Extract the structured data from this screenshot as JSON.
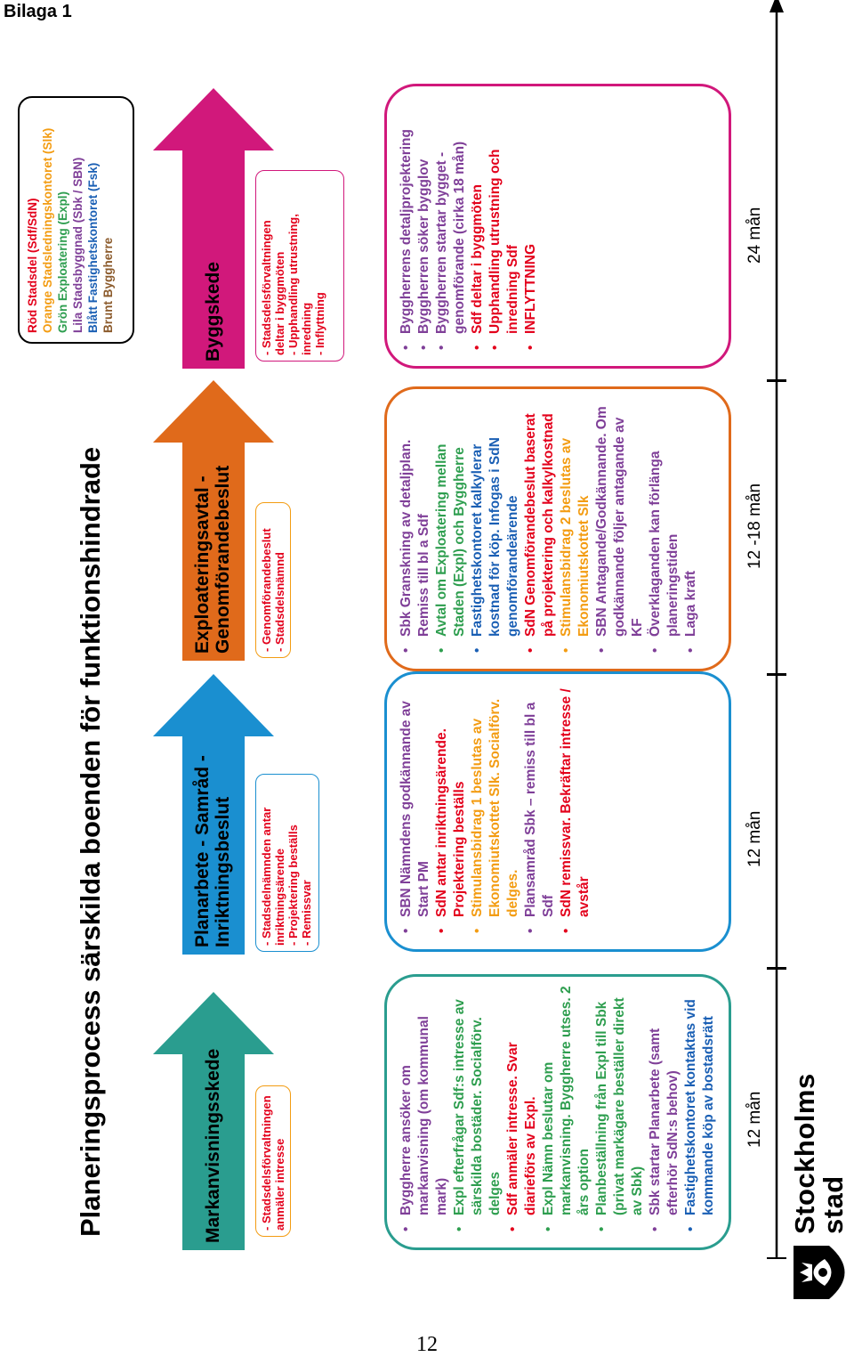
{
  "header": "Bilaga 1",
  "page_number": "12",
  "title": "Planeringsprocess särskilda boenden för funktionshindrade",
  "arrows": [
    {
      "label": [
        "Markanvisningsskede"
      ],
      "color": "#2a9d8f"
    },
    {
      "label": [
        "Planarbete - Samråd -",
        "Inriktningsbeslut"
      ],
      "color": "#1a8fd0"
    },
    {
      "label": [
        "Exploateringsavtal -",
        "Genomförandebeslut"
      ],
      "color": "#e06a1b"
    },
    {
      "label": [
        "Byggskede"
      ],
      "color": "#d1187b"
    }
  ],
  "notes": [
    {
      "color": "#f39c12",
      "lines": [
        {
          "t": "- Stadsdelsförvaltningen",
          "c": "#e3001b"
        },
        {
          "t": "anmäler intresse",
          "c": "#e3001b"
        }
      ]
    },
    {
      "color": "#1a8fd0",
      "lines": [
        {
          "t": "- Stadsdelnämnden antar",
          "c": "#e3001b"
        },
        {
          "t": "inriktningsärende",
          "c": "#e3001b"
        },
        {
          "t": "- Projektering beställs",
          "c": "#e3001b"
        },
        {
          "t": "- Remissvar",
          "c": "#e3001b"
        }
      ]
    },
    {
      "color": "#f39c12",
      "lines": [
        {
          "t": "- Genomförandebeslut",
          "c": "#e3001b"
        },
        {
          "t": "- Stadsdelsnämnd",
          "c": "#e3001b"
        }
      ]
    },
    {
      "color": "#d1187b",
      "lines": [
        {
          "t": "- Stadsdelsförvaltningen",
          "c": "#e3001b"
        },
        {
          "t": "deltar i byggmöten",
          "c": "#e3001b"
        },
        {
          "t": "- Upphandling utrustning,",
          "c": "#e3001b"
        },
        {
          "t": "inredning",
          "c": "#e3001b"
        },
        {
          "t": "- Inflyttning",
          "c": "#e3001b"
        }
      ]
    }
  ],
  "phases": [
    {
      "color": "#2a9d8f",
      "items": [
        {
          "c": "#7f3f98",
          "t": "Byggherre ansöker om markanvisning (om kommunal mark)"
        },
        {
          "c": "#2e9e4f",
          "t": "Expl efterfrågar Sdf:s intresse av särskilda bostäder. Socialförv. delges"
        },
        {
          "c": "#e3001b",
          "t": "Sdf anmäler intresse. Svar diarieförs av Expl."
        },
        {
          "c": "#2e9e4f",
          "t": "Expl Nämn beslutar om markanvisning. Byggherre utses. 2 års option"
        },
        {
          "c": "#2e9e4f",
          "t": "Planbeställning från Expl till Sbk (privat markägare beställer direkt av Sbk)"
        },
        {
          "c": "#7f3f98",
          "t": "Sbk startar Planarbete (samt efterhör SdN:s behov)"
        },
        {
          "c": "#1a5fb4",
          "t": "Fastighetskontoret kontaktas vid kommande köp av bostadsrätt"
        }
      ]
    },
    {
      "color": "#1a8fd0",
      "items": [
        {
          "c": "#7f3f98",
          "t": "SBN Nämndens godkännande av Start PM"
        },
        {
          "c": "#e3001b",
          "t": "SdN antar inriktningsärende. Projektering beställs"
        },
        {
          "c": "#f39c12",
          "t": "Stimulansbidrag 1 beslutas av Ekonomiutskottet Slk. Socialförv. delges."
        },
        {
          "c": "#7f3f98",
          "t": "Plansamråd Sbk – remiss till bl a Sdf"
        },
        {
          "c": "#e3001b",
          "t": "SdN remissvar. Bekräftar intresse / avstår"
        }
      ]
    },
    {
      "color": "#e06a1b",
      "items": [
        {
          "c": "#7f3f98",
          "t": "Sbk Granskning av detaljplan. Remiss till bl a Sdf"
        },
        {
          "c": "#2e9e4f",
          "t": "Avtal om Exploatering mellan Staden (Expl) och Byggherre"
        },
        {
          "c": "#1a5fb4",
          "t": "Fastighetskontoret kalkylerar kostnad för köp. Infogas i SdN genomförandeärende"
        },
        {
          "c": "#e3001b",
          "t": "SdN Genomförandebeslut baserat på projektering och kalkylkostnad"
        },
        {
          "c": "#f39c12",
          "t": "Stimulansbidrag 2 beslutas av Ekonomiutskottet Slk"
        },
        {
          "c": "#7f3f98",
          "t": "SBN Antagande/Godkännande. Om godkännande följer antagande av KF"
        },
        {
          "c": "#7f3f98",
          "t": "Överklaganden kan förlänga planeringstiden"
        },
        {
          "c": "#7f3f98",
          "t": "Laga kraft"
        }
      ]
    },
    {
      "color": "#d1187b",
      "items": [
        {
          "c": "#7f3f98",
          "t": "Byggherrens detaljprojektering"
        },
        {
          "c": "#7f3f98",
          "t": "Byggherren söker bygglov"
        },
        {
          "c": "#7f3f98",
          "t": "Byggherren startar bygget - genomförande (cirka 18 mån)"
        },
        {
          "c": "#e3001b",
          "t": "Sdf deltar i byggmöten"
        },
        {
          "c": "#e3001b",
          "t": "Upphandling utrustning och inredning Sdf"
        },
        {
          "c": "#e3001b",
          "t": "INFLYTTNING"
        }
      ]
    }
  ],
  "legend": [
    {
      "t": "Röd Stadsdel (Sdf/SdN)",
      "c": "#e3001b"
    },
    {
      "t": "Orange Stadsledningskontoret (Slk)",
      "c": "#f39c12"
    },
    {
      "t": "Grön Exploatering (Expl)",
      "c": "#2e9e4f"
    },
    {
      "t": "Lila Stadsbyggnad (Sbk / SBN)",
      "c": "#7f3f98"
    },
    {
      "t": "Blått Fastighetskontoret (Fsk)",
      "c": "#1a5fb4"
    },
    {
      "t": "Brunt Byggherre",
      "c": "#8b5a2b"
    }
  ],
  "timeline": [
    "12 mån",
    "12 mån",
    "12 -18 mån",
    "24 mån"
  ],
  "logo": [
    "Stockholms",
    "stad"
  ]
}
